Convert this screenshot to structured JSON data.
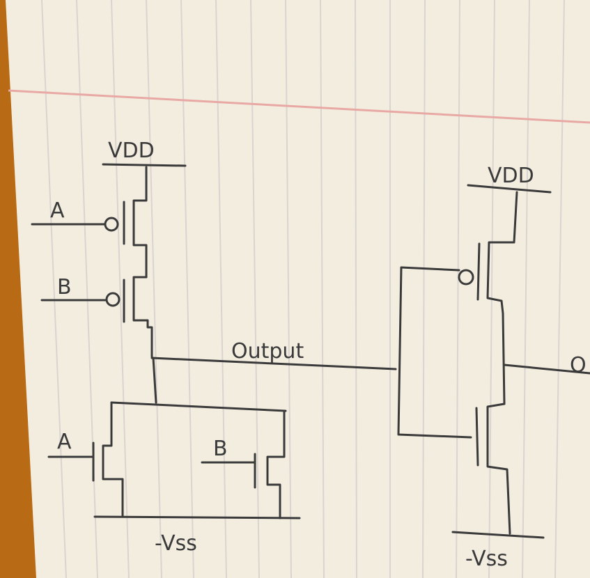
{
  "labels": {
    "vdd_left": "VDD",
    "vdd_right": "VDD",
    "input_a_top": "A",
    "input_b_top": "B",
    "input_a_bottom": "A",
    "input_b_bottom": "B",
    "output": "Output",
    "vss_left": "-Vss",
    "vss_right": "-Vss",
    "output_right_partial": "O"
  },
  "colors": {
    "background": "#b86a14",
    "paper": "#f3ede0",
    "rule_lines": "#d9d4d0",
    "margin_line": "#e8a9a4",
    "ink": "#3a3a3a"
  }
}
